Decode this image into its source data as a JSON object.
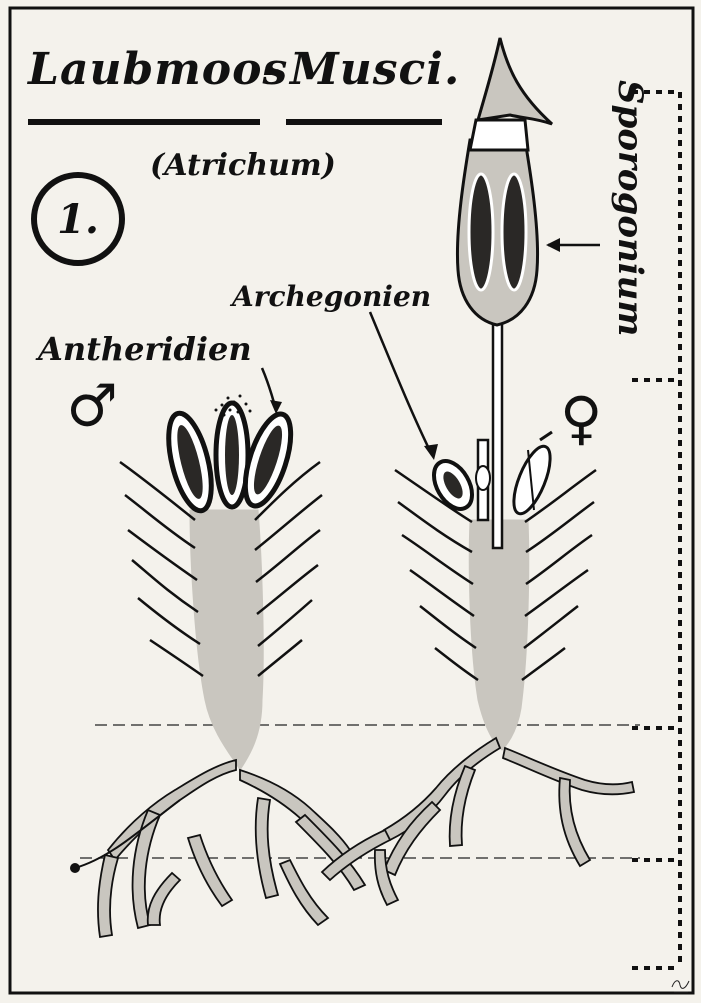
{
  "title": {
    "left": "Laubmoos",
    "dash": "-",
    "right": "Musci."
  },
  "genus": "(Atrichum)",
  "plate_number": "1.",
  "labels": {
    "antheridien": "Antheridien",
    "archegonien": "Archegonien",
    "sporogonium": "Sporogonium"
  },
  "symbols": {
    "male": "♂",
    "female": "♀"
  },
  "colors": {
    "paper": "#f4f2ec",
    "ink": "#111111",
    "tissue": "#c9c6bf",
    "tissue_dark": "#a9a59c",
    "capsule_dark": "#2a2826"
  }
}
